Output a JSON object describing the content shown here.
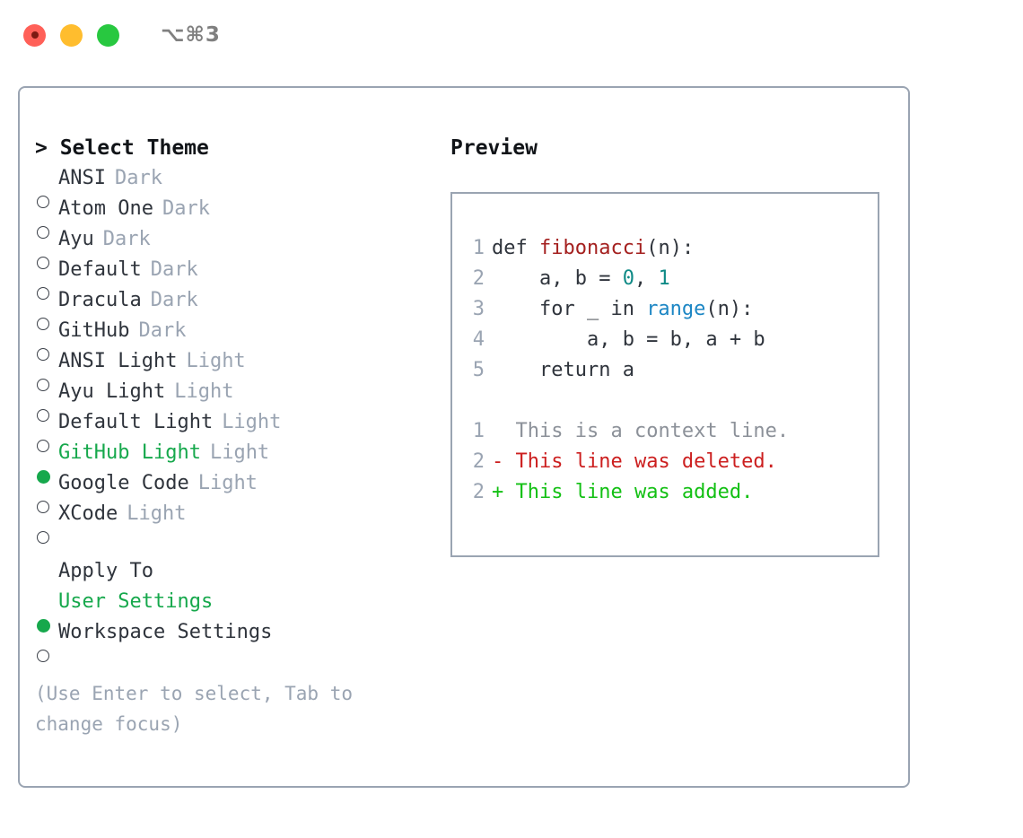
{
  "titlebar": {
    "shortcut": "⌥⌘3",
    "lights": [
      {
        "name": "close",
        "color": "#ff6058"
      },
      {
        "name": "minimize",
        "color": "#ffbd2e"
      },
      {
        "name": "maximize",
        "color": "#28c840"
      }
    ]
  },
  "theme_picker": {
    "heading": "> Select Theme",
    "items": [
      {
        "name": "ANSI",
        "category": "Dark",
        "selected": false
      },
      {
        "name": "Atom One",
        "category": "Dark",
        "selected": false
      },
      {
        "name": "Ayu",
        "category": "Dark",
        "selected": false
      },
      {
        "name": "Default",
        "category": "Dark",
        "selected": false
      },
      {
        "name": "Dracula",
        "category": "Dark",
        "selected": false
      },
      {
        "name": "GitHub",
        "category": "Dark",
        "selected": false
      },
      {
        "name": "ANSI Light",
        "category": "Light",
        "selected": false
      },
      {
        "name": "Ayu Light",
        "category": "Light",
        "selected": false
      },
      {
        "name": "Default Light",
        "category": "Light",
        "selected": false
      },
      {
        "name": "GitHub Light",
        "category": "Light",
        "selected": true
      },
      {
        "name": "Google Code",
        "category": "Light",
        "selected": false
      },
      {
        "name": "XCode",
        "category": "Light",
        "selected": false
      }
    ]
  },
  "apply_to": {
    "heading": "Apply To",
    "options": [
      {
        "label": "User Settings",
        "selected": true
      },
      {
        "label": "Workspace Settings",
        "selected": false
      }
    ]
  },
  "hint": "(Use Enter to select, Tab to change focus)",
  "preview": {
    "heading": "Preview",
    "code": [
      {
        "lineno": "1",
        "segments": [
          {
            "text": "def ",
            "token": "plain"
          },
          {
            "text": "fibonacci",
            "token": "function"
          },
          {
            "text": "(n):",
            "token": "plain"
          }
        ]
      },
      {
        "lineno": "2",
        "segments": [
          {
            "text": "    a, b = ",
            "token": "plain"
          },
          {
            "text": "0",
            "token": "number"
          },
          {
            "text": ", ",
            "token": "plain"
          },
          {
            "text": "1",
            "token": "number"
          }
        ]
      },
      {
        "lineno": "3",
        "segments": [
          {
            "text": "    for _ in ",
            "token": "plain"
          },
          {
            "text": "range",
            "token": "call"
          },
          {
            "text": "(n):",
            "token": "plain"
          }
        ]
      },
      {
        "lineno": "4",
        "segments": [
          {
            "text": "        a, b = b, a + b",
            "token": "plain"
          }
        ]
      },
      {
        "lineno": "5",
        "segments": [
          {
            "text": "    return a",
            "token": "plain"
          }
        ]
      }
    ],
    "diff": [
      {
        "lineno": "1",
        "prefix": "  ",
        "text": "This is a context line.",
        "kind": "context"
      },
      {
        "lineno": "2",
        "prefix": "- ",
        "text": "This line was deleted.",
        "kind": "deleted"
      },
      {
        "lineno": "2",
        "prefix": "+ ",
        "text": "This line was added.",
        "kind": "added"
      }
    ]
  },
  "colors": {
    "selected_green": "#16a84c",
    "muted": "#9aa4b2",
    "text": "#2f343c",
    "border": "#9aa4b2",
    "function_red": "#a4201f",
    "number_teal": "#0f8a86",
    "call_blue": "#1c86c4",
    "diff_add": "#13c014",
    "diff_del": "#cc1f1f",
    "diff_ctx": "#8c9199"
  }
}
